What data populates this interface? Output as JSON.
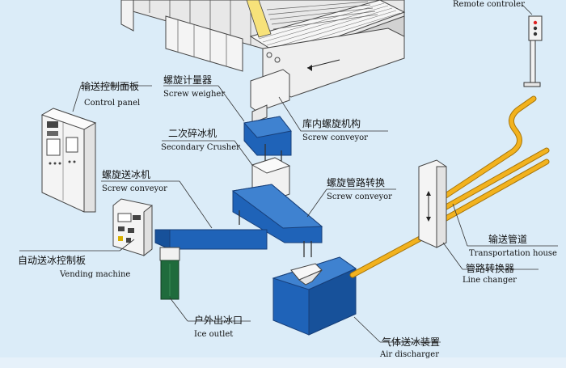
{
  "labels": {
    "remote_controller": "Remote controler",
    "control_panel_cn": "输送控制面板",
    "control_panel_en": "Control panel",
    "screw_weigher_cn": "螺旋计量器",
    "screw_weigher_en": "Screw weigher",
    "storage_screw_cn": "库内螺旋机构",
    "storage_screw_en": "Screw conveyor",
    "secondary_crusher_cn": "二次碎冰机",
    "secondary_crusher_en": "Secondary Crusher",
    "screw_conveyor_cn": "螺旋送冰机",
    "screw_conveyor_en": "Screw conveyor",
    "pipe_switch_cn": "螺旋管路转换",
    "pipe_switch_en": "Screw conveyor",
    "vending_cn": "自动送冰控制板",
    "vending_en": "Vending machine",
    "transport_pipe_cn": "输送管道",
    "transport_pipe_en": "Transportation house",
    "line_changer_cn": "管路转换器",
    "line_changer_en": "Line changer",
    "ice_outlet_cn": "户外出冰口",
    "ice_outlet_en": "Ice outlet",
    "air_discharger_cn": "气体送冰装置",
    "air_discharger_en": "Air discharger"
  },
  "colors": {
    "background": "#dbecf8",
    "equipment_blue": "#1f63b8",
    "pipe_yellow": "#f2b21e",
    "outlet_green": "#1f6b3c",
    "outline": "#333333"
  }
}
